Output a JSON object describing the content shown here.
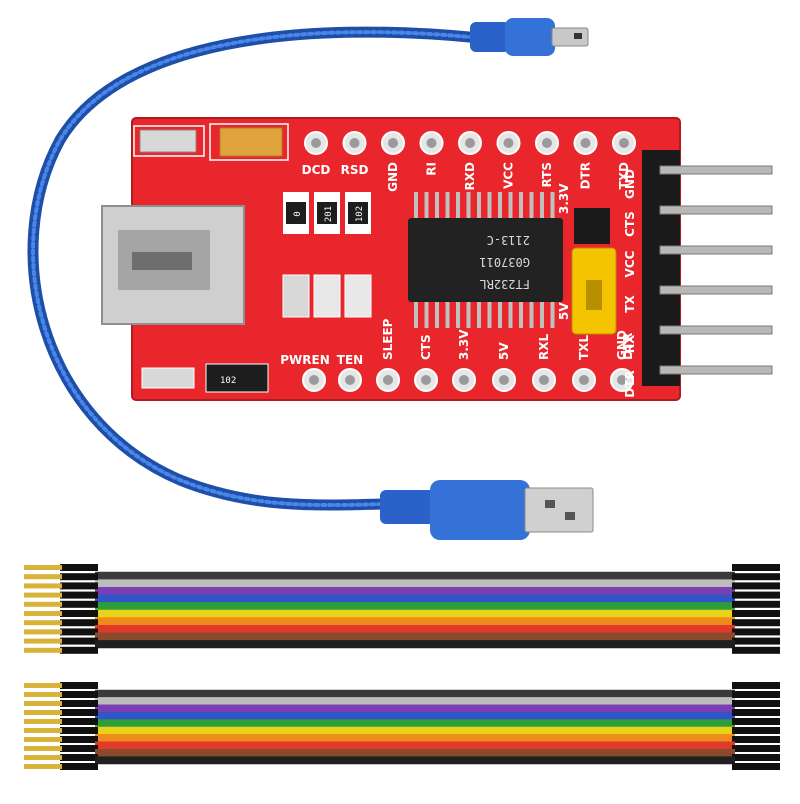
{
  "board": {
    "top_labels": [
      "DCD",
      "RSD",
      "GND",
      "RI",
      "RXD",
      "VCC",
      "RTS",
      "DTR",
      "TXD"
    ],
    "bottom_labels": [
      "PWREN",
      "TEN",
      "SLEEP",
      "CTS",
      "3.3V",
      "5V",
      "RXL",
      "TXL",
      "GND",
      "DTR"
    ],
    "header_labels": [
      "GND",
      "CTS",
      "VCC",
      "TX",
      "RX",
      "DTR"
    ],
    "chip_lines": [
      "FT232RL",
      "G037011",
      "2113-C"
    ],
    "resistor_codes": [
      "0",
      "201",
      "102",
      "102"
    ],
    "jumper_labels": [
      "3.3V",
      "5V"
    ],
    "colors": {
      "pcb": "#e8262b",
      "cable": "#2a62c9",
      "chip": "#222222",
      "jumper": "#f5c400"
    }
  },
  "wires": {
    "colors": [
      "#3a3a3a",
      "#bdbdbd",
      "#7a3fb0",
      "#2f55c8",
      "#2e9e3a",
      "#e9d21a",
      "#f08a1c",
      "#e03a2a",
      "#8b4a2b",
      "#202020"
    ]
  }
}
